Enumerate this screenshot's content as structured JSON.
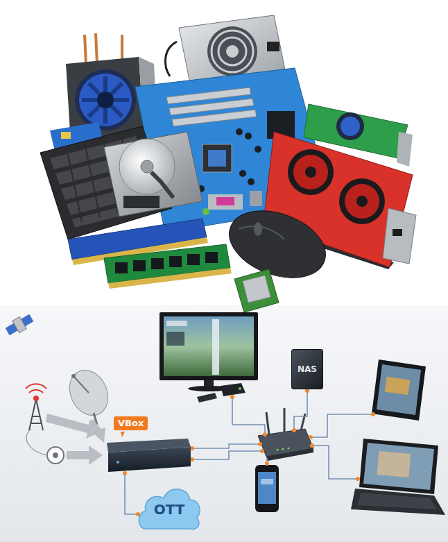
{
  "diagram": {
    "nodes": [
      {
        "text": [
          "VBox"
        ]
      },
      {
        "text": [
          "OTT"
        ]
      },
      {
        "text": [
          "NAS"
        ]
      }
    ],
    "edges": [
      {
        "from": 0,
        "to": 1,
        "arrow": "none"
      }
    ]
  }
}
